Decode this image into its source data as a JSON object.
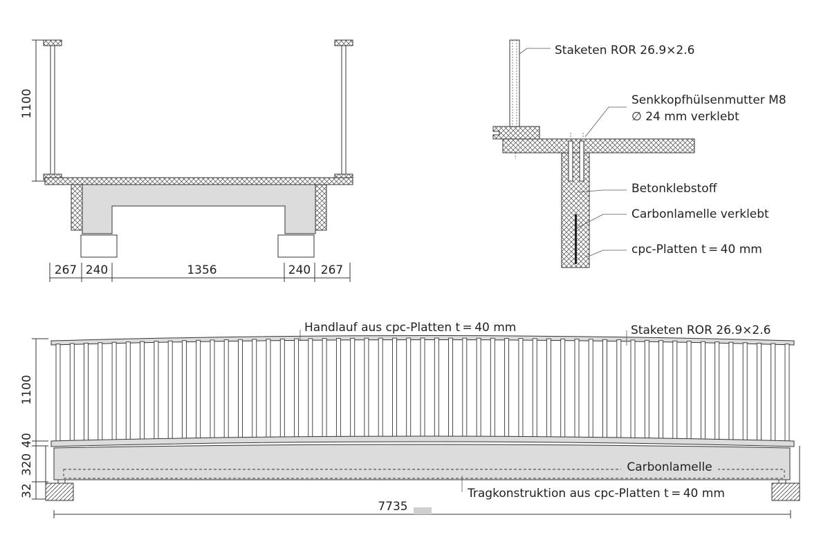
{
  "section": {
    "height_dim": "1100",
    "dims": [
      "267",
      "240",
      "1356",
      "240",
      "267"
    ]
  },
  "detail": {
    "labels": [
      "Staketen ROR 26.9×2.6",
      "Senkkopfhülsenmutter M8",
      "∅ 24 mm verklebt",
      "Betonklebstoff",
      "Carbonlamelle verklebt",
      "cpc-Platten t = 40 mm"
    ]
  },
  "elevation": {
    "label_handlauf": "Handlauf aus cpc-Platten t = 40 mm",
    "label_staketen": "Staketen ROR 26.9×2.6",
    "label_carbon": "Carbonlamelle",
    "label_trag": "Tragkonstruktion aus cpc-Platten t = 40 mm",
    "dim_length": "7735",
    "vdims": [
      "1100",
      "40",
      "320",
      "32"
    ],
    "post_count": 53
  }
}
